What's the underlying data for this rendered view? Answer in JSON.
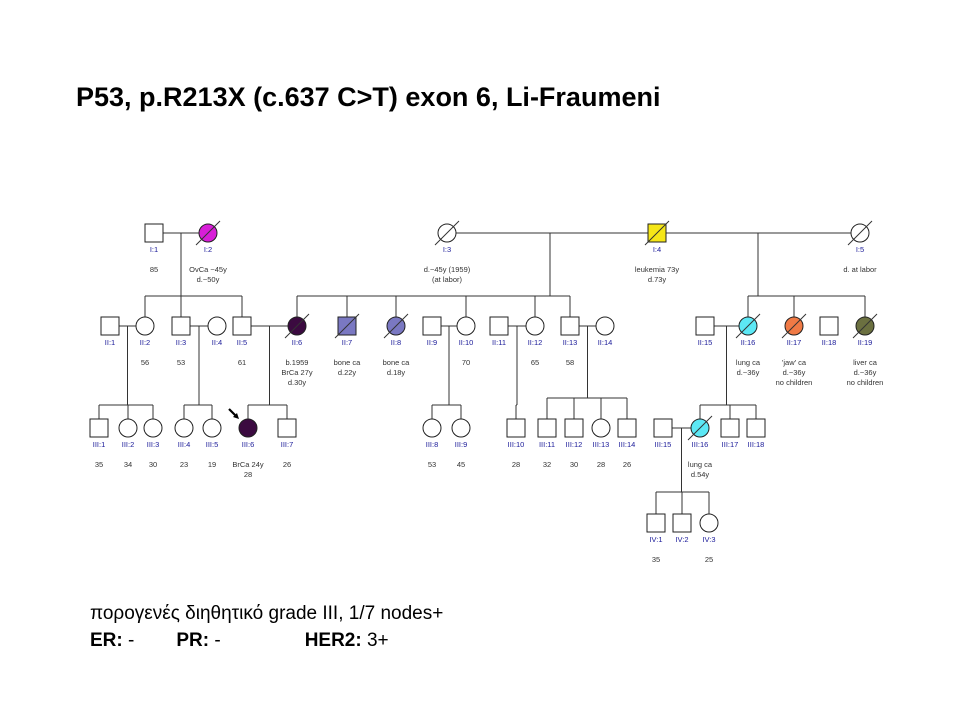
{
  "title": "P53, p.R213X (c.637 C>T) exon 6, Li-Fraumeni",
  "notes": {
    "line1": "πορογενές διηθητικό grade III, 1/7 nodes+",
    "er_label": "ER:",
    "er_value": " -",
    "pr_label": "PR:",
    "pr_value": " -",
    "her2_label": "HER2:",
    "her2_value": " 3+"
  },
  "colors": {
    "magenta": "#d81ed8",
    "yellow": "#f5e617",
    "dark_purple": "#3b0a40",
    "slate_blue": "#7a78c2",
    "cyan": "#5ce8f5",
    "orange": "#f07a45",
    "olive": "#6b7040",
    "line": "#333333"
  },
  "pedigree": {
    "individuals": [
      {
        "id": "I:1",
        "sex": "male",
        "deceased": false,
        "color": "",
        "proband": false,
        "info": [
          "85"
        ]
      },
      {
        "id": "I:2",
        "sex": "female",
        "deceased": true,
        "color": "magenta",
        "proband": false,
        "info": [
          "OvCa ~45y",
          "d.~50y"
        ]
      },
      {
        "id": "I:3",
        "sex": "female",
        "deceased": true,
        "color": "",
        "proband": false,
        "info": [
          "d.~45y (1959)",
          "(at labor)"
        ]
      },
      {
        "id": "I:4",
        "sex": "male",
        "deceased": true,
        "color": "yellow",
        "proband": false,
        "info": [
          "leukemia 73y",
          "d.73y"
        ]
      },
      {
        "id": "I:5",
        "sex": "female",
        "deceased": true,
        "color": "",
        "proband": false,
        "info": [
          "d. at labor"
        ]
      },
      {
        "id": "II:1",
        "sex": "male",
        "deceased": false,
        "color": "",
        "proband": false,
        "info": []
      },
      {
        "id": "II:2",
        "sex": "female",
        "deceased": false,
        "color": "",
        "proband": false,
        "info": [
          "56"
        ]
      },
      {
        "id": "II:3",
        "sex": "male",
        "deceased": false,
        "color": "",
        "proband": false,
        "info": [
          "53"
        ]
      },
      {
        "id": "II:4",
        "sex": "female",
        "deceased": false,
        "color": "",
        "proband": false,
        "info": []
      },
      {
        "id": "II:5",
        "sex": "male",
        "deceased": false,
        "color": "",
        "proband": false,
        "info": [
          "61"
        ]
      },
      {
        "id": "II:6",
        "sex": "female",
        "deceased": true,
        "color": "dark_purple",
        "proband": false,
        "info": [
          "b.1959",
          "BrCa 27y",
          "d.30y"
        ]
      },
      {
        "id": "II:7",
        "sex": "male",
        "deceased": true,
        "color": "slate_blue",
        "proband": false,
        "info": [
          "bone ca",
          "d.22y"
        ]
      },
      {
        "id": "II:8",
        "sex": "female",
        "deceased": true,
        "color": "slate_blue",
        "proband": false,
        "info": [
          "bone ca",
          "d.18y"
        ]
      },
      {
        "id": "II:9",
        "sex": "male",
        "deceased": false,
        "color": "",
        "proband": false,
        "info": []
      },
      {
        "id": "II:10",
        "sex": "female",
        "deceased": false,
        "color": "",
        "proband": false,
        "info": [
          "70"
        ]
      },
      {
        "id": "II:11",
        "sex": "male",
        "deceased": false,
        "color": "",
        "proband": false,
        "info": []
      },
      {
        "id": "II:12",
        "sex": "female",
        "deceased": false,
        "color": "",
        "proband": false,
        "info": [
          "65"
        ]
      },
      {
        "id": "II:13",
        "sex": "male",
        "deceased": false,
        "color": "",
        "proband": false,
        "info": [
          "58"
        ]
      },
      {
        "id": "II:14",
        "sex": "female",
        "deceased": false,
        "color": "",
        "proband": false,
        "info": []
      },
      {
        "id": "II:15",
        "sex": "male",
        "deceased": false,
        "color": "",
        "proband": false,
        "info": []
      },
      {
        "id": "II:16",
        "sex": "female",
        "deceased": true,
        "color": "cyan",
        "proband": false,
        "info": [
          "lung ca",
          "d.~36y"
        ]
      },
      {
        "id": "II:17",
        "sex": "female",
        "deceased": true,
        "color": "orange",
        "proband": false,
        "info": [
          "'jaw' ca",
          "d.~36y",
          "no children"
        ]
      },
      {
        "id": "II:18",
        "sex": "male",
        "deceased": false,
        "color": "",
        "proband": false,
        "info": []
      },
      {
        "id": "II:19",
        "sex": "female",
        "deceased": true,
        "color": "olive",
        "proband": false,
        "info": [
          "liver ca",
          "d.~36y",
          "no children"
        ]
      },
      {
        "id": "III:1",
        "sex": "male",
        "deceased": false,
        "color": "",
        "proband": false,
        "info": [
          "35"
        ]
      },
      {
        "id": "III:2",
        "sex": "female",
        "deceased": false,
        "color": "",
        "proband": false,
        "info": [
          "34"
        ]
      },
      {
        "id": "III:3",
        "sex": "female",
        "deceased": false,
        "color": "",
        "proband": false,
        "info": [
          "30"
        ]
      },
      {
        "id": "III:4",
        "sex": "female",
        "deceased": false,
        "color": "",
        "proband": false,
        "info": [
          "23"
        ]
      },
      {
        "id": "III:5",
        "sex": "female",
        "deceased": false,
        "color": "",
        "proband": false,
        "info": [
          "19"
        ]
      },
      {
        "id": "III:6",
        "sex": "female",
        "deceased": false,
        "color": "dark_purple",
        "proband": true,
        "info": [
          "BrCa 24y",
          "28"
        ]
      },
      {
        "id": "III:7",
        "sex": "male",
        "deceased": false,
        "color": "",
        "proband": false,
        "info": [
          "26"
        ]
      },
      {
        "id": "III:8",
        "sex": "female",
        "deceased": false,
        "color": "",
        "proband": false,
        "info": [
          "53"
        ]
      },
      {
        "id": "III:9",
        "sex": "female",
        "deceased": false,
        "color": "",
        "proband": false,
        "info": [
          "45"
        ]
      },
      {
        "id": "III:10",
        "sex": "male",
        "deceased": false,
        "color": "",
        "proband": false,
        "info": [
          "28"
        ]
      },
      {
        "id": "III:11",
        "sex": "male",
        "deceased": false,
        "color": "",
        "proband": false,
        "info": [
          "32"
        ]
      },
      {
        "id": "III:12",
        "sex": "male",
        "deceased": false,
        "color": "",
        "proband": false,
        "info": [
          "30"
        ]
      },
      {
        "id": "III:13",
        "sex": "female",
        "deceased": false,
        "color": "",
        "proband": false,
        "info": [
          "28"
        ]
      },
      {
        "id": "III:14",
        "sex": "male",
        "deceased": false,
        "color": "",
        "proband": false,
        "info": [
          "26"
        ]
      },
      {
        "id": "III:15",
        "sex": "male",
        "deceased": false,
        "color": "",
        "proband": false,
        "info": []
      },
      {
        "id": "III:16",
        "sex": "female",
        "deceased": true,
        "color": "cyan",
        "proband": false,
        "info": [
          "lung ca",
          "d.54y"
        ]
      },
      {
        "id": "III:17",
        "sex": "male",
        "deceased": false,
        "color": "",
        "proband": false,
        "info": []
      },
      {
        "id": "III:18",
        "sex": "male",
        "deceased": false,
        "color": "",
        "proband": false,
        "info": []
      },
      {
        "id": "IV:1",
        "sex": "male",
        "deceased": false,
        "color": "",
        "proband": false,
        "info": [
          "35"
        ]
      },
      {
        "id": "IV:2",
        "sex": "male",
        "deceased": false,
        "color": "",
        "proband": false,
        "info": []
      },
      {
        "id": "IV:3",
        "sex": "female",
        "deceased": false,
        "color": "",
        "proband": false,
        "info": [
          "25"
        ]
      }
    ],
    "couples": [
      [
        "I:1",
        "I:2"
      ],
      [
        "I:3",
        "I:4"
      ],
      [
        "I:4",
        "I:5"
      ],
      [
        "II:1",
        "II:2"
      ],
      [
        "II:3",
        "II:4"
      ],
      [
        "II:5",
        "II:6"
      ],
      [
        "II:9",
        "II:10"
      ],
      [
        "II:11",
        "II:12"
      ],
      [
        "II:13",
        "II:14"
      ],
      [
        "II:15",
        "II:16"
      ],
      [
        "III:15",
        "III:16"
      ]
    ],
    "families": [
      {
        "parents": [
          "I:1",
          "I:2"
        ],
        "children": [
          "II:2",
          "II:3",
          "II:5"
        ]
      },
      {
        "parents": [
          "I:3",
          "I:4"
        ],
        "children": [
          "II:6",
          "II:7",
          "II:8",
          "II:10",
          "II:12",
          "II:13"
        ]
      },
      {
        "parents": [
          "I:4",
          "I:5"
        ],
        "children": [
          "II:16",
          "II:17",
          "II:19"
        ]
      },
      {
        "parents": [
          "II:1",
          "II:2"
        ],
        "children": [
          "III:1",
          "III:2",
          "III:3"
        ]
      },
      {
        "parents": [
          "II:3",
          "II:4"
        ],
        "children": [
          "III:4",
          "III:5"
        ]
      },
      {
        "parents": [
          "II:5",
          "II:6"
        ],
        "children": [
          "III:6",
          "III:7"
        ]
      },
      {
        "parents": [
          "II:9",
          "II:10"
        ],
        "children": [
          "III:8",
          "III:9"
        ]
      },
      {
        "parents": [
          "II:11",
          "II:12"
        ],
        "children": [
          "III:10"
        ]
      },
      {
        "parents": [
          "II:13",
          "II:14"
        ],
        "children": [
          "III:11",
          "III:12",
          "III:13",
          "III:14"
        ]
      },
      {
        "parents": [
          "II:15",
          "II:16"
        ],
        "children": [
          "III:16",
          "III:17",
          "III:18"
        ]
      },
      {
        "parents": [
          "III:15",
          "III:16"
        ],
        "children": [
          "IV:1",
          "IV:2",
          "IV:3"
        ]
      }
    ]
  }
}
